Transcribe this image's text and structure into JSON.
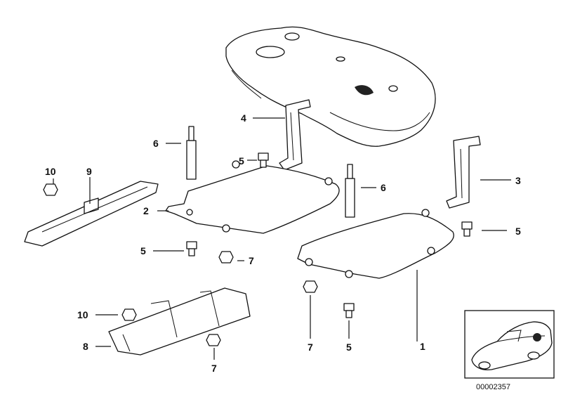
{
  "callouts": {
    "c1": "1",
    "c2": "2",
    "c3": "3",
    "c4": "4",
    "c5a": "5",
    "c5b": "5",
    "c5c": "5",
    "c5d": "5",
    "c6a": "6",
    "c6b": "6",
    "c7a": "7",
    "c7b": "7",
    "c7c": "7",
    "c8": "8",
    "c9": "9",
    "c10a": "10",
    "c10b": "10"
  },
  "diagram_code": "00002357",
  "thumbnail_icon": "car-silhouette-icon"
}
